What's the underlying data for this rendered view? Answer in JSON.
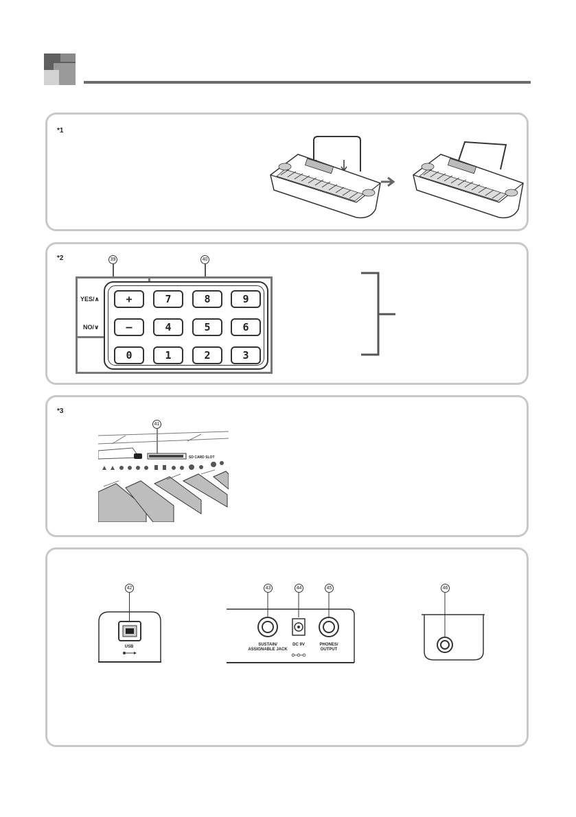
{
  "notes": {
    "n1": "*1",
    "n2": "*2",
    "n3": "*3"
  },
  "callouts": {
    "c39": "39",
    "c40": "40",
    "c41": "41",
    "c42": "42",
    "c43": "43",
    "c44": "44",
    "c45": "45",
    "c46": "46"
  },
  "keypad": {
    "yes_label": "YES/∧",
    "no_label": "NO/∨",
    "plus": "+",
    "minus": "–",
    "row1": [
      "7",
      "8",
      "9"
    ],
    "row2": [
      "4",
      "5",
      "6"
    ],
    "row3": [
      "0",
      "1",
      "2",
      "3"
    ]
  },
  "sd_slot": {
    "label": "SD CARD SLOT"
  },
  "jacks": {
    "usb": "USB",
    "sustain": "SUSTAIN/",
    "assignable": "ASSIGNABLE JACK",
    "dc": "DC 9V",
    "phones": "PHONES/",
    "output": "OUTPUT"
  }
}
